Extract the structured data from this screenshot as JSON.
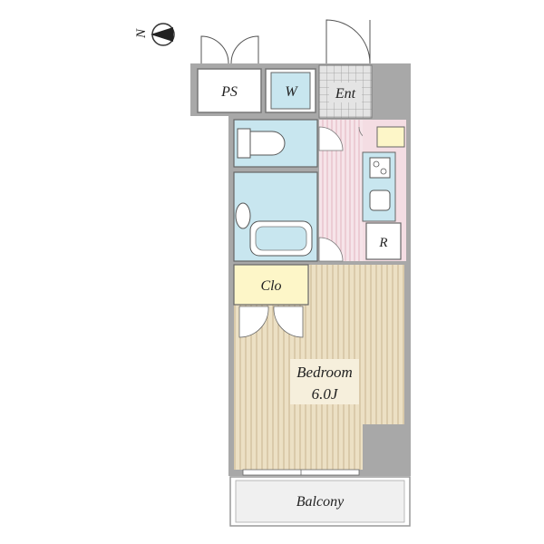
{
  "compass": {
    "label": "N"
  },
  "rooms": {
    "ps": "PS",
    "washer": "W",
    "entrance": "Ent",
    "refrigerator": "R",
    "closet": "Clo",
    "bedroom": "Bedroom",
    "bedroom_size": "6.0J",
    "balcony": "Balcony"
  },
  "colors": {
    "wall": "#a8a8a8",
    "wet_area": "#c8e6ef",
    "hall_floor": "#f4dde3",
    "wood_floor": "#ece0c4",
    "closet": "#fdf6c8",
    "balcony": "#f0f0f0",
    "entrance_tile": "#d7d7d7"
  }
}
